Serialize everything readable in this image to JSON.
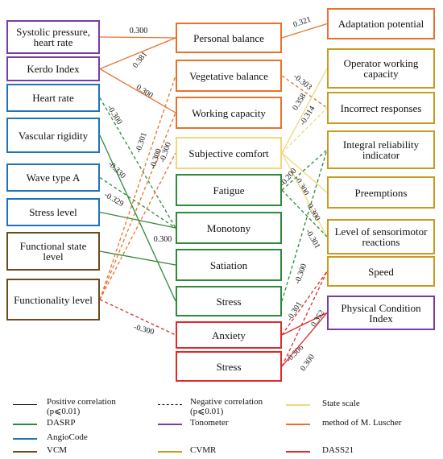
{
  "colors": {
    "tonometer": "#7b3ba8",
    "luscher": "#e8722c",
    "angiocode": "#1f74b8",
    "vcm": "#6b4a1e",
    "dasrp": "#2e8a3a",
    "cvmr": "#c99a1e",
    "state_scale": "#f1d77a",
    "dass21": "#e02a2a"
  },
  "boxes": {
    "systolic": "Systolic pressure, heart rate",
    "kerdo": "Kerdo Index",
    "heart_rate": "Heart rate",
    "vascular": "Vascular rigidity",
    "wave": "Wave type A",
    "stress_level": "Stress level",
    "functional_state": "Functional state level",
    "functionality": "Functionality level",
    "personal": "Personal balance",
    "vegetative": "Vegetative balance",
    "working": "Working capacity",
    "subjective": "Subjective comfort",
    "fatigue": "Fatigue",
    "monotony": "Monotony",
    "satiation": "Satiation",
    "stress_m": "Stress",
    "anxiety": "Anxiety",
    "stress_d": "Stress",
    "adaptation": "Adaptation potential",
    "operator": "Operator working capacity",
    "incorrect": "Incorrect responses",
    "integral": "Integral reliability indicator",
    "preemptions": "Preemptions",
    "sensorimotor": "Level of sensorimotor reactions",
    "speed": "Speed",
    "physical": "Physical Condition Index"
  },
  "edges": [
    {
      "from": "systolic",
      "to": "personal",
      "value": "0.300",
      "color": "luscher",
      "dashed": false
    },
    {
      "from": "kerdo",
      "to": "personal",
      "value": "0.381",
      "color": "luscher",
      "dashed": false
    },
    {
      "from": "kerdo",
      "to": "working",
      "value": "0.300",
      "color": "luscher",
      "dashed": false
    },
    {
      "from": "personal",
      "to": "adaptation",
      "value": "0.321",
      "color": "luscher",
      "dashed": false
    },
    {
      "from": "heart_rate",
      "to": "monotony",
      "value": "-0.300",
      "color": "dasrp",
      "dashed": true
    },
    {
      "from": "vascular",
      "to": "stress_m",
      "value": "0.300",
      "color": "dasrp",
      "dashed": false
    },
    {
      "from": "wave",
      "to": "monotony",
      "value": "-0.330",
      "color": "dasrp",
      "dashed": true
    },
    {
      "from": "stress_level",
      "to": "monotony",
      "value": "-0.329",
      "color": "dasrp",
      "dashed": false
    },
    {
      "from": "functional_state",
      "to": "satiation",
      "value": "",
      "color": "dasrp",
      "dashed": false
    },
    {
      "from": "functionality",
      "to": "vegetative",
      "value": "-0.301",
      "color": "luscher",
      "dashed": true
    },
    {
      "from": "functionality",
      "to": "working",
      "value": "-0.300",
      "color": "luscher",
      "dashed": true
    },
    {
      "from": "functionality",
      "to": "subjective",
      "value": "-0.300",
      "color": "luscher",
      "dashed": true
    },
    {
      "from": "functionality",
      "to": "anxiety",
      "value": "-0.300",
      "color": "dass21",
      "dashed": true
    },
    {
      "from": "vegetative",
      "to": "incorrect",
      "value": "-0.303",
      "color": "luscher",
      "dashed": true
    },
    {
      "from": "subjective",
      "to": "operator",
      "value": "0.358",
      "color": "state_scale",
      "dashed": false
    },
    {
      "from": "subjective",
      "to": "incorrect",
      "value": "-0.314",
      "color": "state_scale",
      "dashed": true
    },
    {
      "from": "subjective",
      "to": "preemptions",
      "value": "-0.300",
      "color": "state_scale",
      "dashed": false
    },
    {
      "from": "subjective",
      "to": "sensorimotor",
      "value": "0.300",
      "color": "state_scale",
      "dashed": false
    },
    {
      "from": "fatigue",
      "to": "integral",
      "value": "-0.200",
      "color": "dasrp",
      "dashed": true
    },
    {
      "from": "fatigue",
      "to": "sensorimotor",
      "value": "-0.301",
      "color": "dasrp",
      "dashed": true
    },
    {
      "from": "stress_m",
      "to": "integral",
      "value": "-0.300",
      "color": "dasrp",
      "dashed": true
    },
    {
      "from": "anxiety",
      "to": "speed",
      "value": "-0.301",
      "color": "dass21",
      "dashed": true
    },
    {
      "from": "anxiety",
      "to": "physical",
      "value": "0.352",
      "color": "dass21",
      "dashed": false
    },
    {
      "from": "stress_d",
      "to": "speed",
      "value": "-0.306",
      "color": "dass21",
      "dashed": true
    },
    {
      "from": "stress_d",
      "to": "physical",
      "value": "0.300",
      "color": "dass21",
      "dashed": false
    }
  ],
  "legend": {
    "positive": "Positive correlation\n(p⩽0.01)",
    "negative": "Negative correlation\n(p⩽0.01)",
    "state_scale": "State scale",
    "dasrp": "DASRP",
    "tonometer": "Tonometer",
    "luscher": "method of M. Luscher",
    "angiocode": "AngioCode",
    "cvmr": "CVMR",
    "vcm": "VCM",
    "dass21": "DASS21"
  }
}
